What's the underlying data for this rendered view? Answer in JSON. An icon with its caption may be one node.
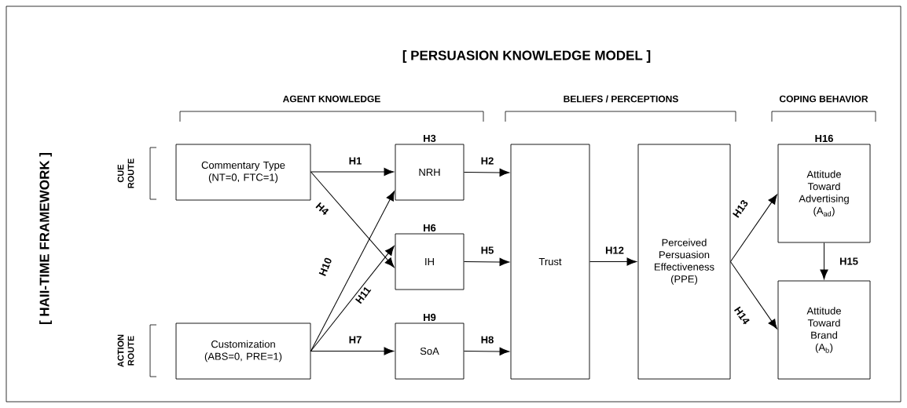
{
  "diagram": {
    "title": "[ PERSUASION KNOWLEDGE MODEL ]",
    "nodes": [
      {
        "text": [
          "Commentary Type (NT=0, FTC=1)"
        ]
      },
      {
        "text": [
          "Customization (ABS=0, PRE=1)"
        ]
      },
      {
        "text": [
          "NRH"
        ],
        "beside": [
          "H3"
        ]
      },
      {
        "text": [
          "IH"
        ],
        "beside": [
          "H6"
        ]
      },
      {
        "text": [
          "SoA"
        ],
        "beside": [
          "H9"
        ]
      },
      {
        "text": [
          "Trust"
        ]
      },
      {
        "text": [
          "Perceived Persuasion Effectiveness (PPE)"
        ]
      },
      {
        "text": [
          "Attitude Toward Advertising (A$_{ad}$)"
        ],
        "beside": [
          "H16"
        ]
      },
      {
        "text": [
          "Attitude Toward Brand (A$_{b}$)"
        ]
      }
    ],
    "edges": [
      {
        "from": 0,
        "to": 2,
        "arrow": "to",
        "label": "H1"
      },
      {
        "from": 2,
        "to": 5,
        "arrow": "to",
        "label": "H2"
      },
      {
        "from": 0,
        "to": 3,
        "arrow": "to",
        "label": "H4"
      },
      {
        "from": 3,
        "to": 5,
        "arrow": "to",
        "label": "H5"
      },
      {
        "from": 1,
        "to": 4,
        "arrow": "to",
        "label": "H7"
      },
      {
        "from": 4,
        "to": 5,
        "arrow": "to",
        "label": "H8"
      },
      {
        "from": 1,
        "to": 2,
        "arrow": "to",
        "label": "H10"
      },
      {
        "from": 1,
        "to": 3,
        "arrow": "to",
        "label": "H11"
      },
      {
        "from": 5,
        "to": 6,
        "arrow": "to",
        "label": "H12"
      },
      {
        "from": 6,
        "to": 7,
        "arrow": "to",
        "label": "H13"
      },
      {
        "from": 6,
        "to": 8,
        "arrow": "to",
        "label": "H14"
      },
      {
        "from": 7,
        "to": 8,
        "arrow": "to",
        "label": "H15"
      }
    ],
    "labels": [
      "[ HAII-TIME FRAMEWORK ]",
      "AGENT KNOWLEDGE",
      "BELIEFS / PERCEPTIONS",
      "COPING BEHAVIOR",
      "CUE ROUTE",
      "ACTION ROUTE"
    ]
  }
}
